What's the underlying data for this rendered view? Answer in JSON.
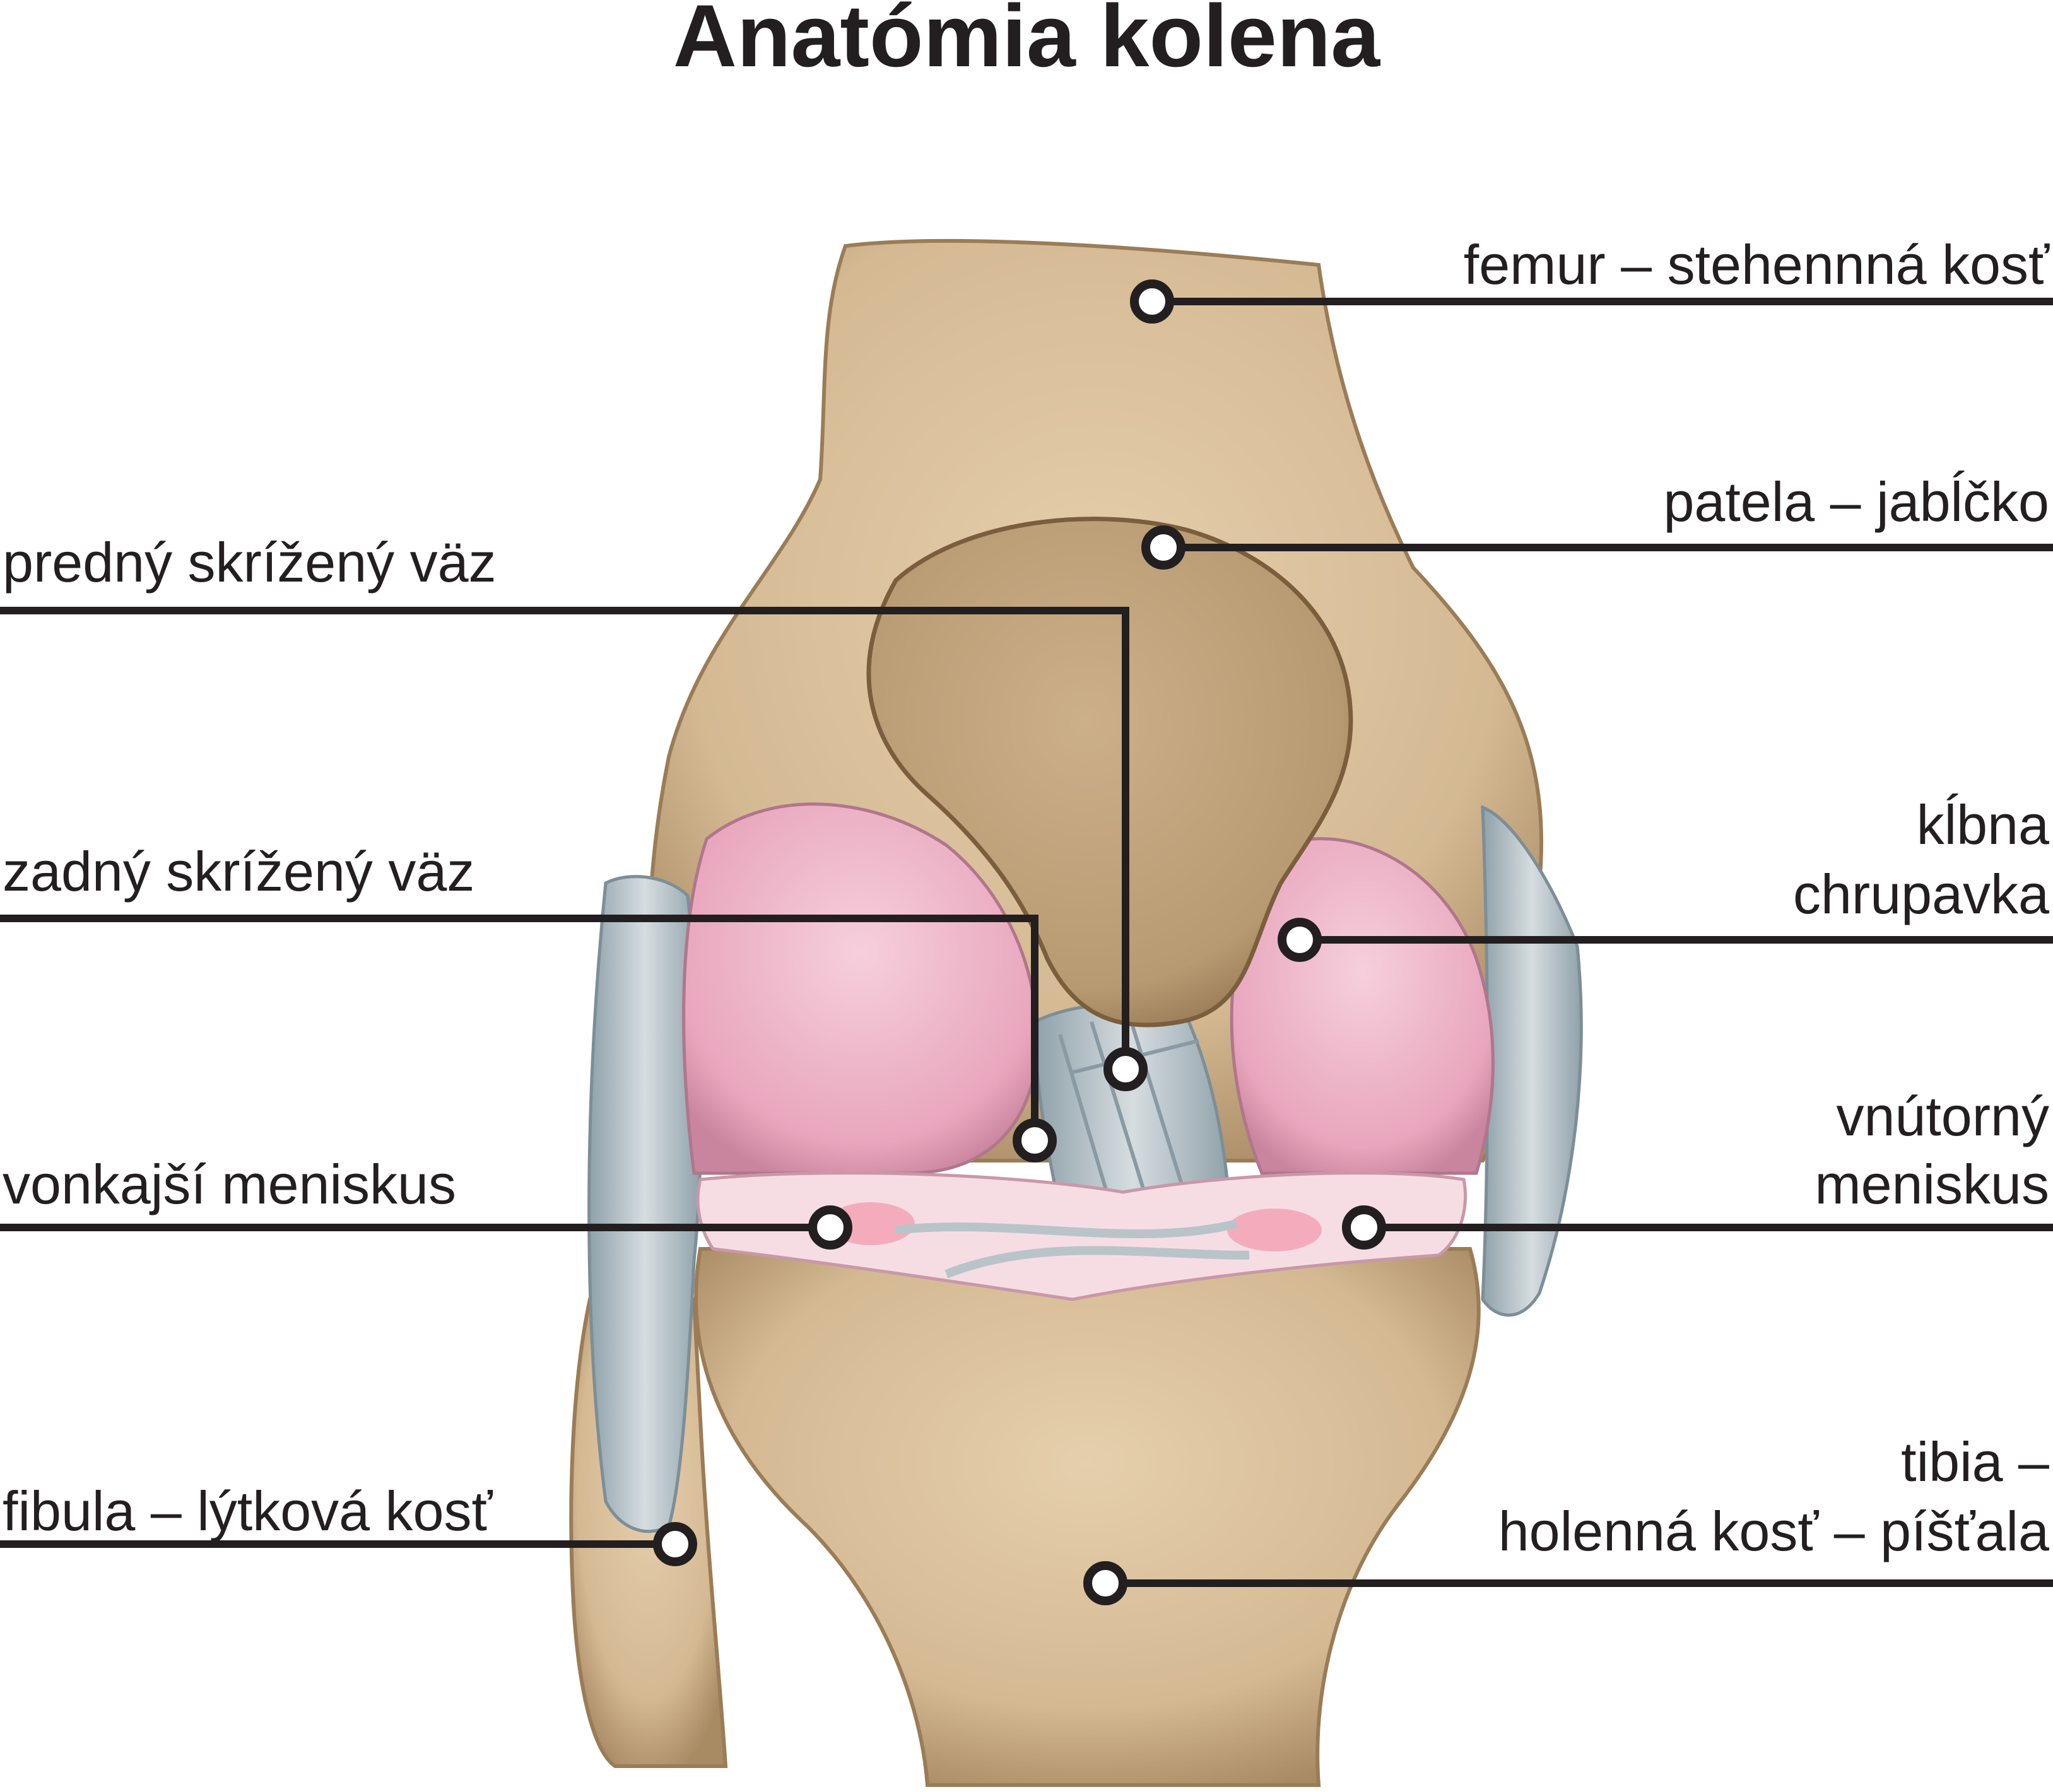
{
  "title": "Anatómia kolena",
  "labels": {
    "femur": "femur – stehennná kosť",
    "patela": "patela – jabĺčko",
    "predny": "predný skrížený väz",
    "kibna_1": "kĺbna",
    "kibna_2": "chrupavka",
    "zadny": "zadný skrížený väz",
    "vnutorny_1": "vnútorný",
    "vnutorny_2": "meniskus",
    "vonkajsi": "vonkajší meniskus",
    "fibula": "fibula – lýtková kosť",
    "tibia_1": "tibia –",
    "tibia_2": "holenná kosť – píšťala"
  },
  "colors": {
    "bone": "#d4b993",
    "bone_shadow": "#a88a63",
    "cartilage": "#eeb6c8",
    "ligament": "#b9c4c9",
    "meniscus": "#f6dde4",
    "line": "#231f20"
  }
}
